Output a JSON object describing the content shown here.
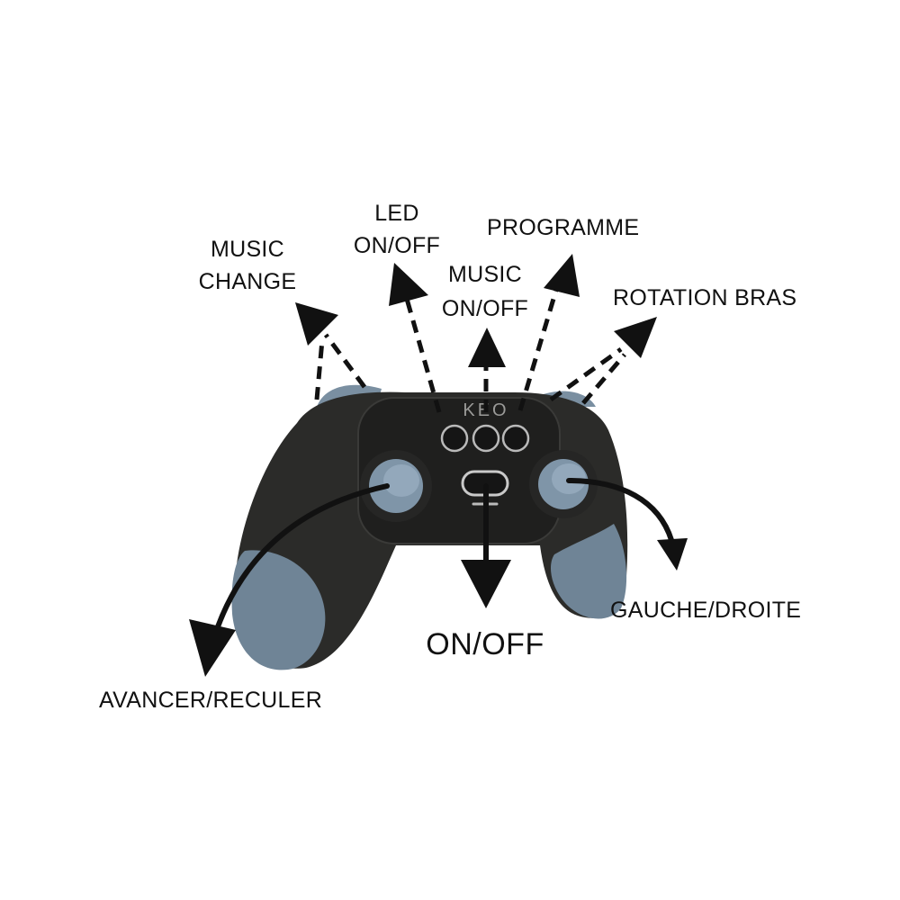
{
  "colors": {
    "body": "#2c2c2a",
    "panel": "#1e1e1d",
    "grip": "#6f8496",
    "stick": "#7f95a8",
    "ink": "#111111"
  },
  "labels": {
    "music_change": [
      "MUSIC",
      "CHANGE"
    ],
    "led": [
      "LED",
      "ON/OFF"
    ],
    "music_onoff": [
      "MUSIC",
      "ON/OFF"
    ],
    "programme": "PROGRAMME",
    "rotation_bras": "ROTATION BRAS",
    "gauche_droite": "GAUCHE/DROITE",
    "on_off": "ON/OFF",
    "avancer_reculer": "AVANCER/RECULER"
  },
  "logo": "KEO"
}
